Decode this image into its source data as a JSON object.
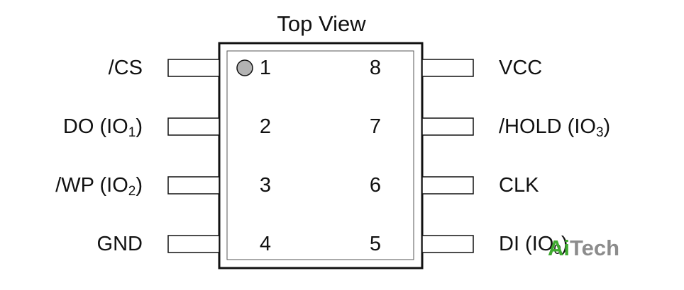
{
  "title": "Top View",
  "pins": [
    {
      "number": "1",
      "label": "/CS",
      "sub": ""
    },
    {
      "number": "2",
      "label": "DO (IO",
      "sub": "1",
      "close": ")"
    },
    {
      "number": "3",
      "label": "/WP (IO",
      "sub": "2",
      "close": ")"
    },
    {
      "number": "4",
      "label": "GND",
      "sub": ""
    },
    {
      "number": "5",
      "label": "DI (IO",
      "sub": "0",
      "close": ")"
    },
    {
      "number": "6",
      "label": "CLK",
      "sub": ""
    },
    {
      "number": "7",
      "label": "/HOLD (IO",
      "sub": "3",
      "close": ")"
    },
    {
      "number": "8",
      "label": "VCC",
      "sub": ""
    }
  ],
  "watermark": {
    "a": "Ai",
    "rest": "Tech"
  },
  "colors": {
    "pin1_dot": "#b3b3b3",
    "watermark_green": "#3eaa2f",
    "watermark_gray": "#8c8c8c"
  }
}
